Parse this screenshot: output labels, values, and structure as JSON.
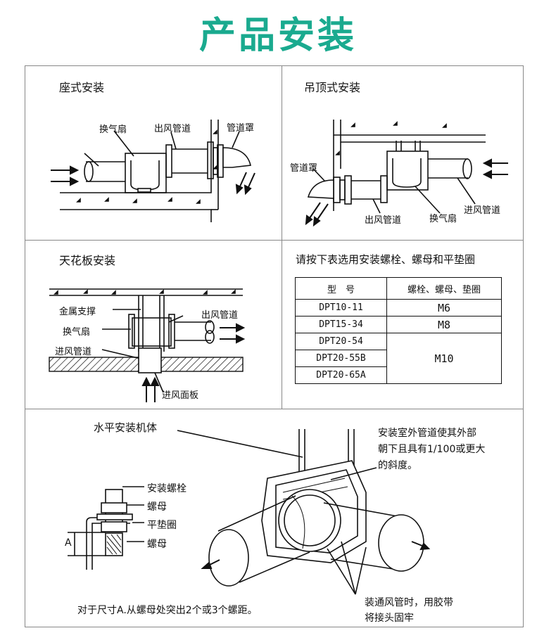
{
  "page_title": "产品安装",
  "panels": {
    "seat": {
      "title": "座式安装",
      "labels": {
        "fan": "换气扇",
        "outlet_duct": "出风管道",
        "duct_cover": "管道罩"
      }
    },
    "hanging": {
      "title": "吊顶式安装",
      "labels": {
        "duct_cover": "管道罩",
        "outlet_duct": "出风管道",
        "fan": "换气扇",
        "inlet_duct": "进风管道"
      }
    },
    "ceiling": {
      "title": "天花板安装",
      "labels": {
        "metal_support": "金属支撑",
        "fan": "换气扇",
        "inlet_duct": "进风管道",
        "outlet_duct": "出风管道",
        "inlet_panel": "进风面板"
      }
    },
    "table": {
      "title": "请按下表选用安装螺栓、螺母和平垫圈",
      "headers": [
        "型　号",
        "螺栓、螺母、垫圈"
      ],
      "models": [
        "DPT10-11",
        "DPT15-34",
        "DPT20-54",
        "DPT20-55B",
        "DPT20-65A"
      ],
      "sizes": [
        "M6",
        "M8",
        "M10"
      ]
    },
    "bottom": {
      "labels": {
        "horizontal": "水平安装机体",
        "outdoor_line1": "安装室外管道使其外部",
        "outdoor_line2": "朝下且具有1/100或更大",
        "outdoor_line3": "的斜度。",
        "bolt": "安装螺栓",
        "nut1": "螺母",
        "washer": "平垫圈",
        "nut2": "螺母",
        "dim_a": "A",
        "note": "对于尺寸A.从螺母处突出2个或3个螺距。",
        "tape_line1": "装通风管时，用胶带",
        "tape_line2": "将接头固牢"
      }
    }
  }
}
